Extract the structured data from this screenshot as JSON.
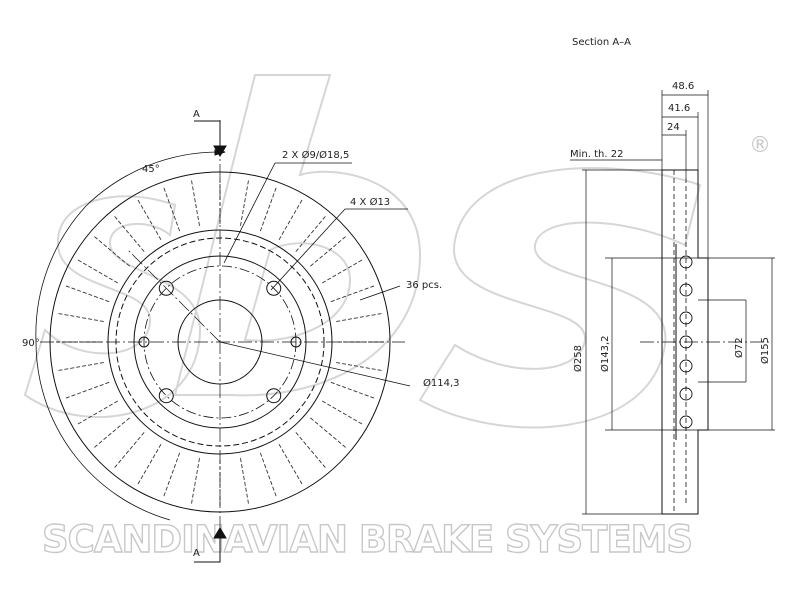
{
  "watermark": {
    "text": "SCANDINAVIAN BRAKE SYSTEMS",
    "registered_mark": "®",
    "color": "#d6d6d6"
  },
  "front_view": {
    "section_marker_top": "A",
    "section_marker_bottom": "A",
    "angle_top": "45°",
    "angle_left": "90°",
    "holes_small": "2 X Ø9/Ø18,5",
    "holes_bolt": "4 X Ø13",
    "vanes": "36 pcs.",
    "pcd": "Ø114,3"
  },
  "section_view": {
    "title": "Section A–A",
    "overall_height": "48.6",
    "hat_depth": "41.6",
    "disc_thickness": "24",
    "min_thickness": "Min. th. 22",
    "outer_diameter": "Ø258",
    "inner_diameter": "Ø143,2",
    "bore_diameter": "Ø72",
    "hat_diameter": "Ø155"
  }
}
